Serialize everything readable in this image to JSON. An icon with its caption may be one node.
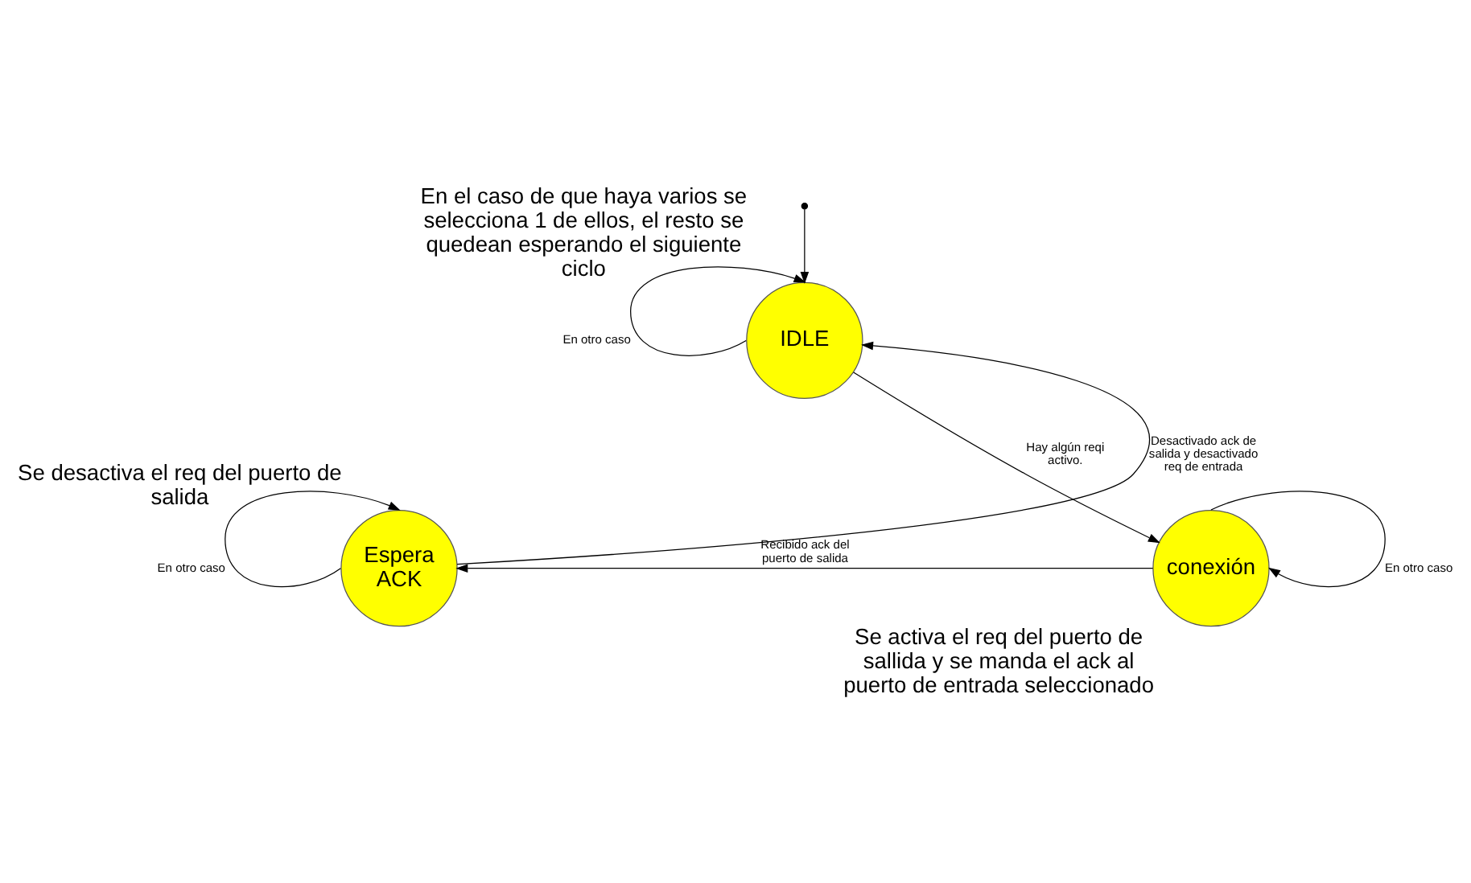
{
  "diagram": {
    "nodes": [
      {
        "text": [
          "IDLE"
        ],
        "beside": [
          "En el caso de que haya varios se selecciona 1 de ellos, el resto se quedean esperando el siguiente ciclo"
        ]
      },
      {
        "text": [
          "conexión"
        ],
        "beside": [
          "Se activa el req del puerto de sallida y se manda el ack al puerto de entrada seleccionado"
        ]
      },
      {
        "text": [
          "Espera ACK"
        ],
        "beside": [
          "Se desactiva el req del puerto de salida"
        ]
      },
      {
        "text": [],
        "shape": "circle"
      }
    ],
    "edges": [
      {
        "from": 3,
        "to": 0,
        "arrow": "to"
      },
      {
        "from": 0,
        "to": 0,
        "label": "En otro caso",
        "arrow": "to"
      },
      {
        "from": 0,
        "to": 1,
        "label": "Hay algún reqi activo.",
        "arrow": "to"
      },
      {
        "from": 1,
        "to": 1,
        "label": "En otro caso",
        "arrow": "to"
      },
      {
        "from": 1,
        "to": 2,
        "label": "Recibido ack del puerto de salida",
        "arrow": "to"
      },
      {
        "from": 2,
        "to": 2,
        "label": "En otro caso",
        "arrow": "to"
      },
      {
        "from": 2,
        "to": 0,
        "label": "Desactivado ack de salida y desactivado req de entrada",
        "arrow": "to"
      }
    ]
  }
}
